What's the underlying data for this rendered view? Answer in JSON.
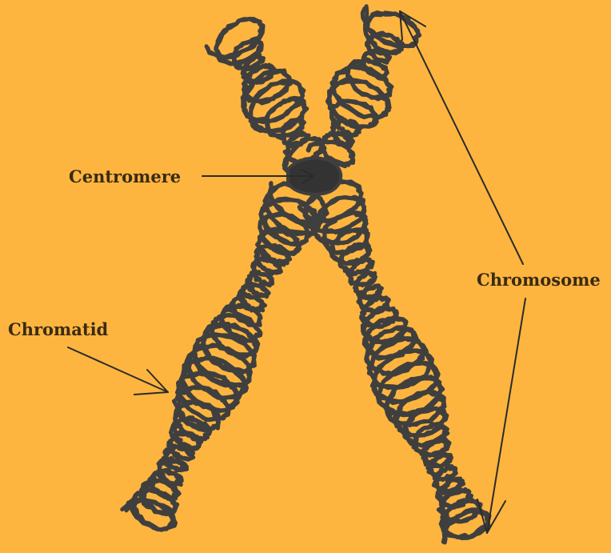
{
  "labels": {
    "centromere": "Centromere",
    "chromosome": "Chromosome",
    "chromatid": "Chromatid"
  },
  "colors": {
    "background": "#FDB53F",
    "chromatin": "#3f3f3f",
    "pointer": "#2b2b2b",
    "label_text": "#3a2a14"
  }
}
